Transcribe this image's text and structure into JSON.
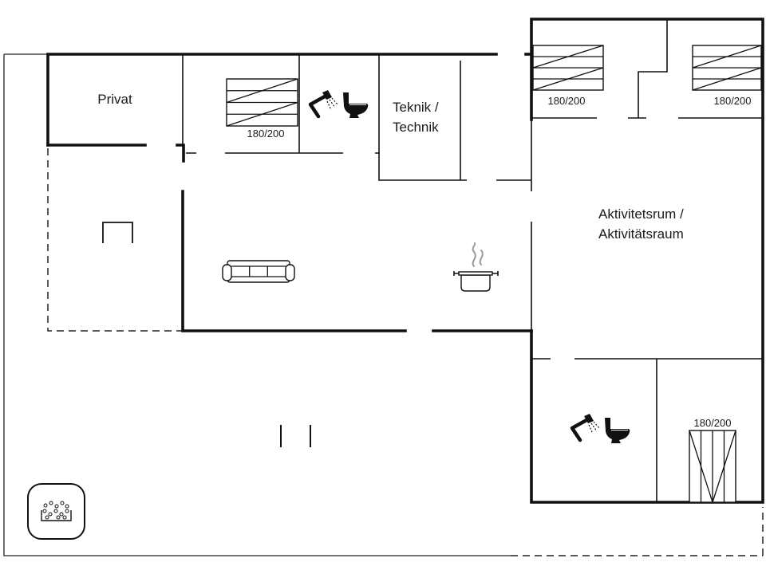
{
  "plan": {
    "rooms": {
      "privat": {
        "label": "Privat"
      },
      "teknik": {
        "label_line1": "Teknik /",
        "label_line2": "Technik"
      },
      "aktivitetsrum": {
        "label_line1": "Aktivitetsrum /",
        "label_line2": "Aktivitätsraum"
      }
    },
    "beds": [
      {
        "size": "180/200"
      },
      {
        "size": "180/200"
      },
      {
        "size": "180/200"
      },
      {
        "size": "180/200"
      }
    ]
  },
  "icons": {
    "bed": "bed-icon",
    "shower": "shower-icon",
    "toilet": "toilet-icon",
    "sofa": "sofa-icon",
    "kitchen": "cooking-pot-icon",
    "hot_tub": "hot-tub-icon",
    "terrace_symbol": "bracket-symbol-icon"
  },
  "colors": {
    "wall": "#111111",
    "label": "#1a1a1a",
    "steam": "#9a9a9a",
    "background": "#ffffff"
  }
}
